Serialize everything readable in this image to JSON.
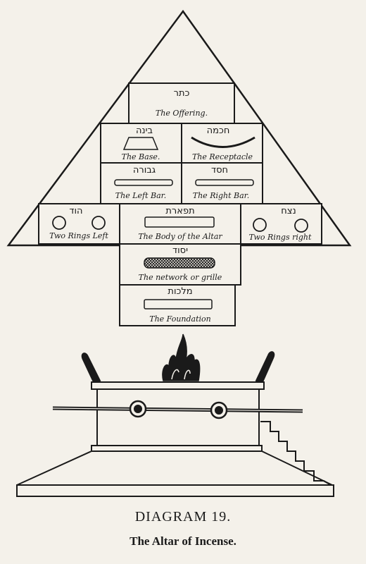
{
  "diagram": {
    "keter": {
      "hebrew": "כתר",
      "label": "The Offering."
    },
    "binah": {
      "hebrew": "בינה",
      "label": "The Base."
    },
    "chokmah": {
      "hebrew": "חכמה",
      "label": "The Receptacle"
    },
    "geburah": {
      "hebrew": "גבורה",
      "label": "The Left Bar."
    },
    "chesed": {
      "hebrew": "חסד",
      "label": "The Right Bar."
    },
    "hod": {
      "hebrew": "הוד",
      "label": "Two Rings Left"
    },
    "tiphareth": {
      "hebrew": "תפארת",
      "label": "The Body of the Altar"
    },
    "netzach": {
      "hebrew": "נצח",
      "label": "Two Rings right"
    },
    "yesod": {
      "hebrew": "יסוד",
      "label": "The network or grille"
    },
    "malkuth": {
      "hebrew": "מלכות",
      "label": "The Foundation"
    }
  },
  "caption": {
    "title": "DIAGRAM 19.",
    "subtitle": "The Altar of Incense."
  }
}
